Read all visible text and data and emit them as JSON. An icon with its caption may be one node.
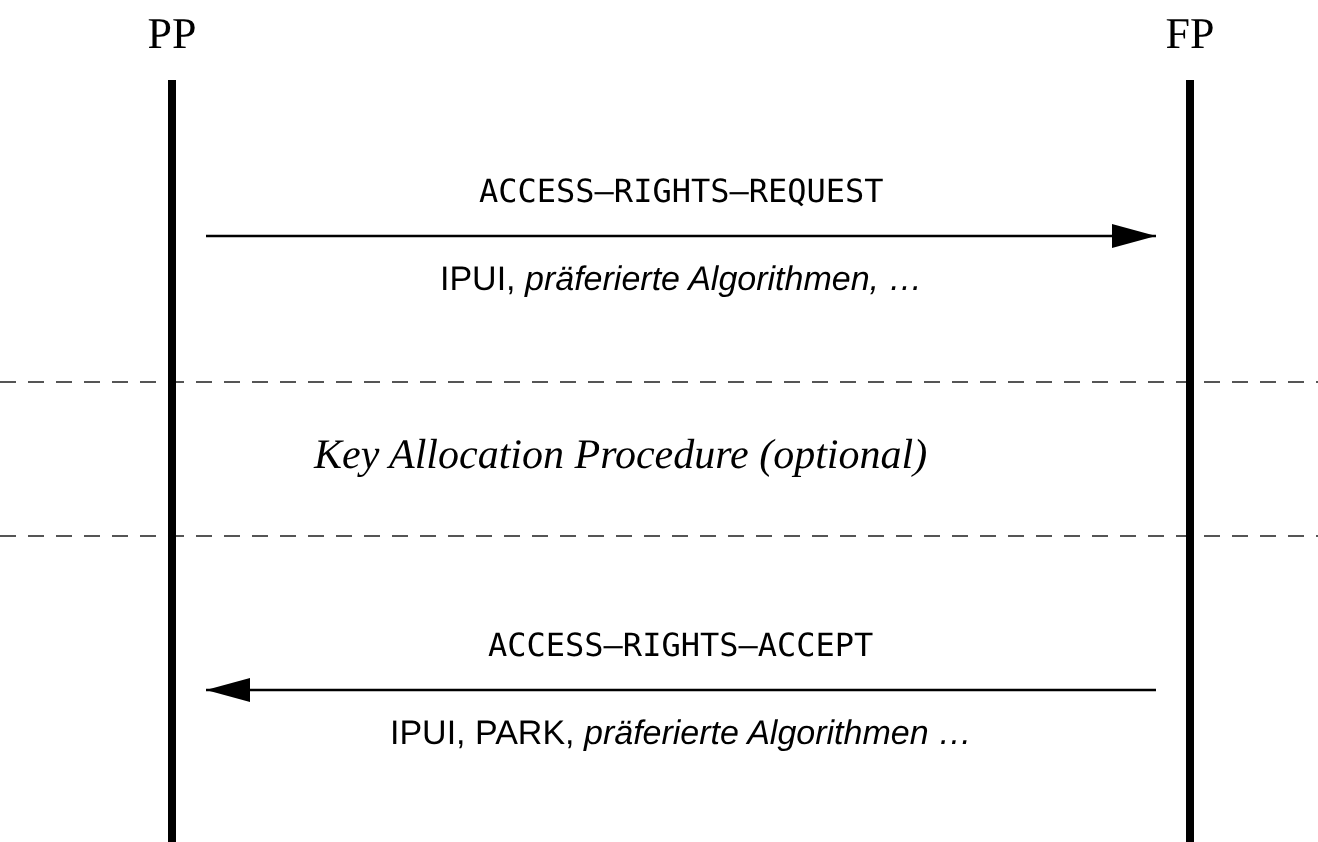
{
  "diagram": {
    "nodes": [
      {
        "text": [
          "PP"
        ]
      },
      {
        "text": [
          "FP"
        ]
      }
    ],
    "edges": [
      {
        "from": 0,
        "to": 1,
        "arrow": "to",
        "label": "ACCESS–RIGHTS–REQUEST"
      },
      {
        "from": 1,
        "to": 0,
        "arrow": "to",
        "label": "ACCESS–RIGHTS–ACCEPT"
      }
    ],
    "labels": [
      "IPUI, *präferierte Algorithmen, …*",
      "Key Allocation Procedure (optional)",
      "IPUI, PARK, *präferierte Algorithmen …*"
    ]
  }
}
